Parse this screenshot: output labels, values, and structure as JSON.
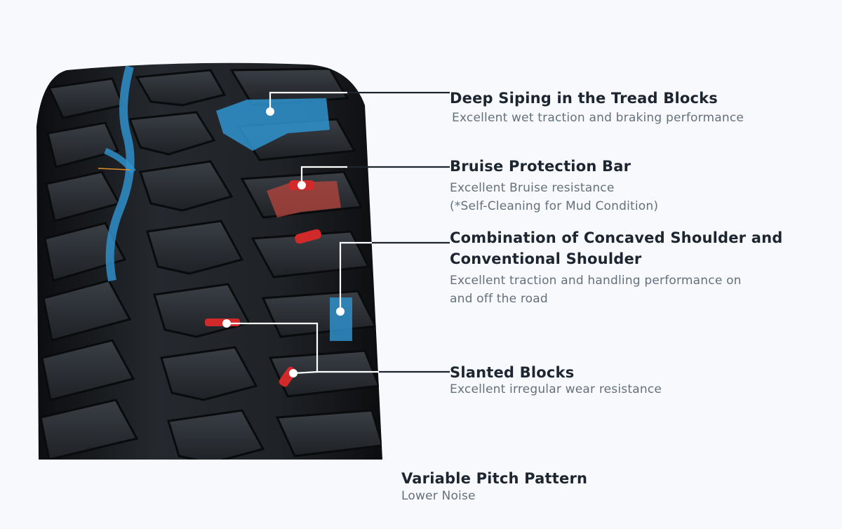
{
  "features": [
    {
      "title": "Deep Siping in the Tread Blocks",
      "desc": [
        "Excellent wet traction and braking performance"
      ],
      "marker_color": "#2f8fc9"
    },
    {
      "title": "Bruise Protection Bar",
      "desc": [
        "Excellent Bruise resistance",
        "(*Self-Cleaning for Mud Condition)"
      ],
      "marker_color": "#d22a2a"
    },
    {
      "title_lines": [
        "Combination of Concaved Shoulder and",
        "Conventional Shoulder"
      ],
      "desc": [
        "Excellent traction and handling performance on",
        "and off the road"
      ],
      "marker_color": "#2f8fc9"
    },
    {
      "title": "Slanted Blocks",
      "desc": [
        "Excellent irregular wear resistance"
      ],
      "marker_color": "#d22a2a"
    },
    {
      "title": "Variable Pitch Pattern",
      "desc": [
        "Lower Noise"
      ]
    }
  ],
  "colors": {
    "background": "#f7f9fc",
    "tire_rubber": "#1d2024",
    "tread_groove": "#0b0c0e",
    "highlight_blue": "#2f8fc9",
    "highlight_red": "#d22a2a",
    "leader_line": "#ffffff",
    "title_text": "#1c2530",
    "desc_text": "#66707c"
  }
}
